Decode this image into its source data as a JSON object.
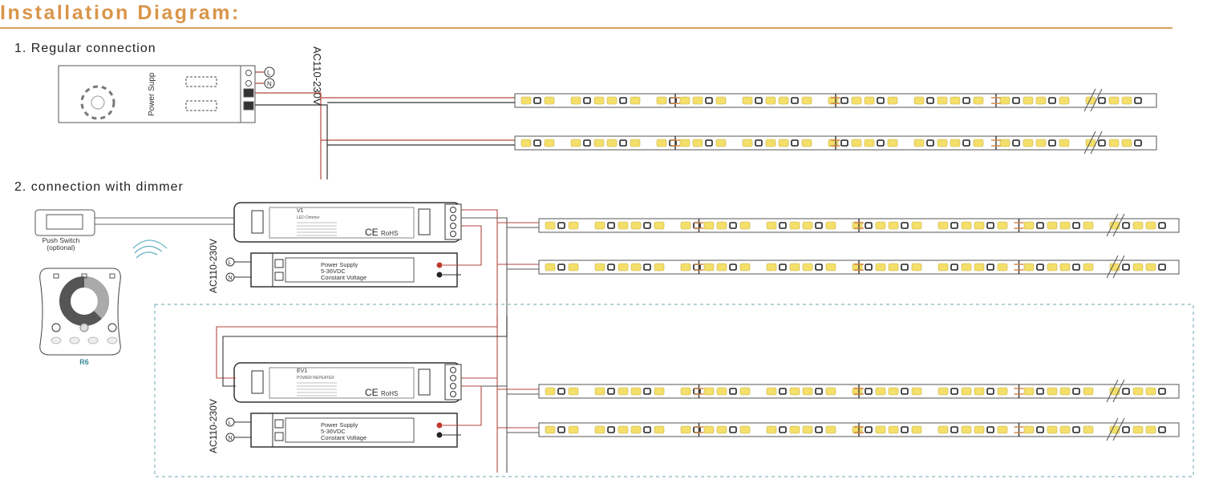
{
  "title": "Installation Diagram:",
  "colors": {
    "accent": "#d9954a",
    "live_wire": "#b5473f",
    "neutral_wire": "#333333",
    "led": "#f3df6a",
    "dashed_frame": "#6aa7b0",
    "remote_label": "#3a8a95"
  },
  "section1": {
    "heading": "1. Regular connection",
    "power_supply_label": "Power Supp",
    "ac_label": "AC110-230V",
    "terminal_l": "L",
    "terminal_n": "N"
  },
  "section2": {
    "heading": "2. connection with dimmer",
    "push_switch": {
      "label": "Push Switch",
      "note": "(optional)"
    },
    "remote": {
      "model": "R6"
    },
    "dimmer": {
      "model": "V1",
      "name": "LED Dimmer",
      "ce": "CE",
      "rohs": "RoHS"
    },
    "repeater": {
      "model": "EV1",
      "name": "POWER REPEATER",
      "ce": "CE",
      "rohs": "RoHS"
    },
    "power_supply": {
      "line1": "Power Supply",
      "line2": "5-36VDC",
      "line3": "Constant Voltage"
    },
    "ac_label": "AC110-230V",
    "terminal_l": "L",
    "terminal_n": "N"
  }
}
